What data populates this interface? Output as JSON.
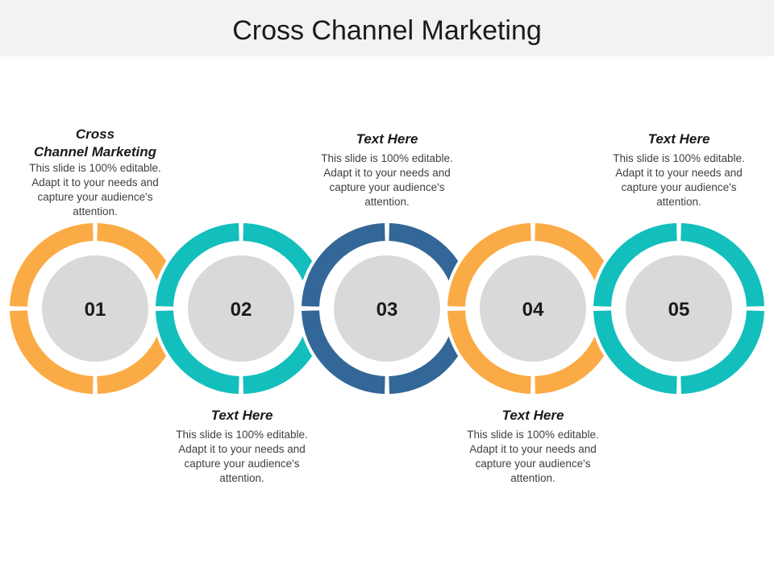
{
  "title": "Cross Channel Marketing",
  "colors": {
    "orange": "#fbab45",
    "teal": "#12bfbc",
    "navy": "#336797",
    "center": "#d9d9d9",
    "title_bg": "#f2f2f2"
  },
  "steps": [
    {
      "number": "01",
      "color": "orange",
      "heading": "Cross\nChannel Marketing",
      "body": "This slide is 100% editable. Adapt it to your needs and capture your audience's attention."
    },
    {
      "number": "02",
      "color": "teal",
      "heading": "Text Here",
      "body": "This slide is 100% editable. Adapt it to your needs and capture your audience's attention."
    },
    {
      "number": "03",
      "color": "navy",
      "heading": "Text Here",
      "body": "This slide is 100% editable. Adapt it to your needs and capture your audience's attention."
    },
    {
      "number": "04",
      "color": "orange",
      "heading": "Text Here",
      "body": "This slide is 100% editable. Adapt it to your needs and capture your audience's attention."
    },
    {
      "number": "05",
      "color": "teal",
      "heading": "Text Here",
      "body": "This slide is 100% editable. Adapt it to your needs and capture your audience's attention."
    }
  ]
}
